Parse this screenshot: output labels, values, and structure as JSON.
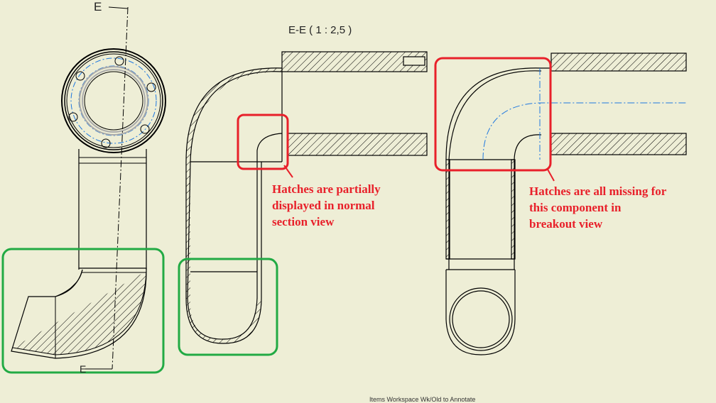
{
  "view_title": "E-E ( 1 : 2,5 )",
  "section_labels": {
    "top": "E",
    "bottom": "E"
  },
  "annotations": [
    {
      "text": "Hatches are partially\ndisplayed in normal\nsection view"
    },
    {
      "text": "Hatches are all missing for\nthis component in\nbreakout view"
    }
  ],
  "footer_text": "Items  Workspace  Wk/Old  to  Annotate",
  "colors": {
    "background": "#eeeed6",
    "highlight_red": "#e8202a",
    "highlight_green": "#22aa44",
    "centerline": "#1e78e0"
  }
}
